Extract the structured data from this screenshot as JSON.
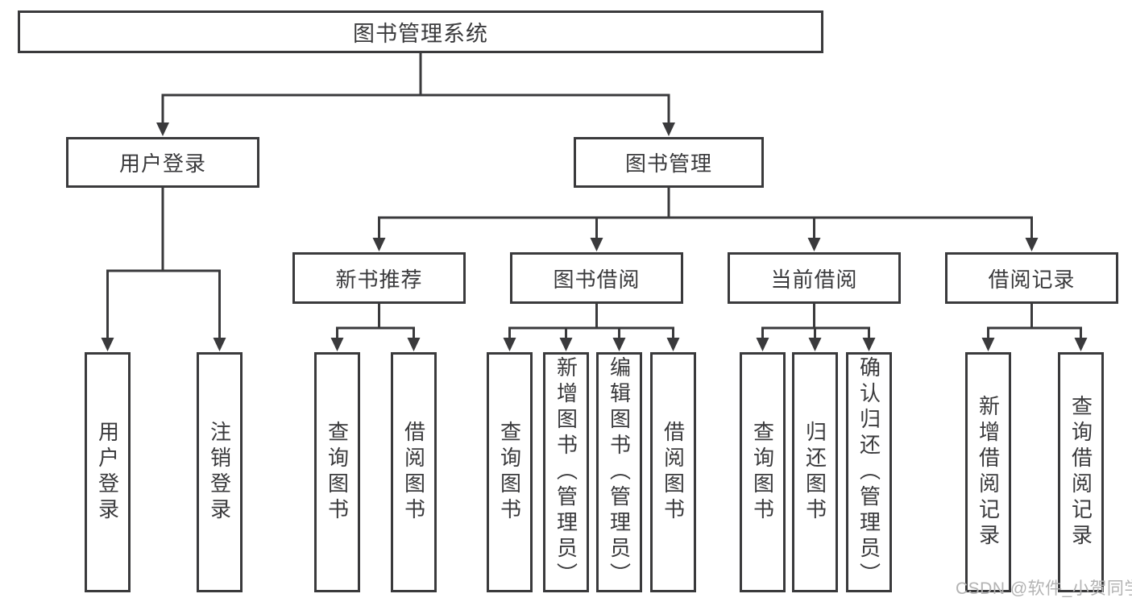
{
  "colors": {
    "line": "#3a3a3c",
    "text": "#3a3a3c",
    "watermark": "#b3b3b3"
  },
  "watermark": "CSDN @软件_小贺同学",
  "tree": {
    "root": "图书管理系统",
    "children": [
      {
        "label": "用户登录",
        "children": [
          "用户登录",
          "注销登录"
        ]
      },
      {
        "label": "图书管理",
        "children": [
          {
            "label": "新书推荐",
            "children": [
              "查询图书",
              "借阅图书"
            ]
          },
          {
            "label": "图书借阅",
            "children": [
              "查询图书",
              "新增图书（管理员）",
              "编辑图书（管理员）",
              "借阅图书"
            ]
          },
          {
            "label": "当前借阅",
            "children": [
              "查询图书",
              "归还图书",
              "确认归还（管理员）"
            ]
          },
          {
            "label": "借阅记录",
            "children": [
              "新增借阅记录",
              "查询借阅记录"
            ]
          }
        ]
      }
    ]
  }
}
